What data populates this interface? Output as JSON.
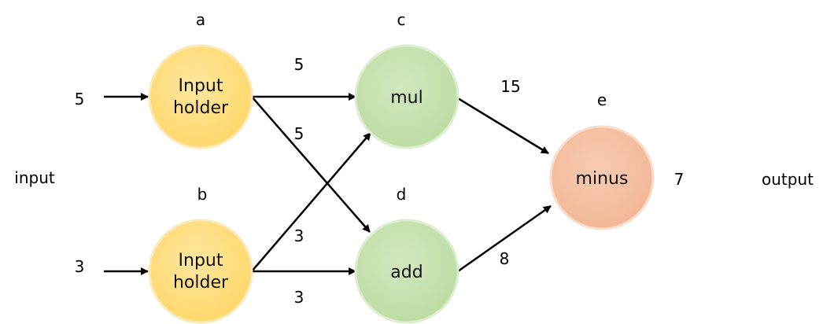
{
  "side_labels": {
    "input": "input",
    "output": "output"
  },
  "nodes": {
    "a": {
      "id": "a",
      "lines": [
        "Input",
        "holder"
      ],
      "color": "#FFE08A"
    },
    "b": {
      "id": "b",
      "lines": [
        "Input",
        "holder"
      ],
      "color": "#FFE08A"
    },
    "c": {
      "id": "c",
      "lines": [
        "mul"
      ],
      "color": "#C9E2B2"
    },
    "d": {
      "id": "d",
      "lines": [
        "add"
      ],
      "color": "#C9E2B2"
    },
    "e": {
      "id": "e",
      "lines": [
        "minus"
      ],
      "color": "#F6C3A6"
    }
  },
  "inputs": {
    "a": "5",
    "b": "3"
  },
  "edges": {
    "a_c": "5",
    "a_d": "5",
    "b_c": "3",
    "b_d": "3",
    "c_e": "15",
    "d_e": "8"
  },
  "output_value": "7"
}
